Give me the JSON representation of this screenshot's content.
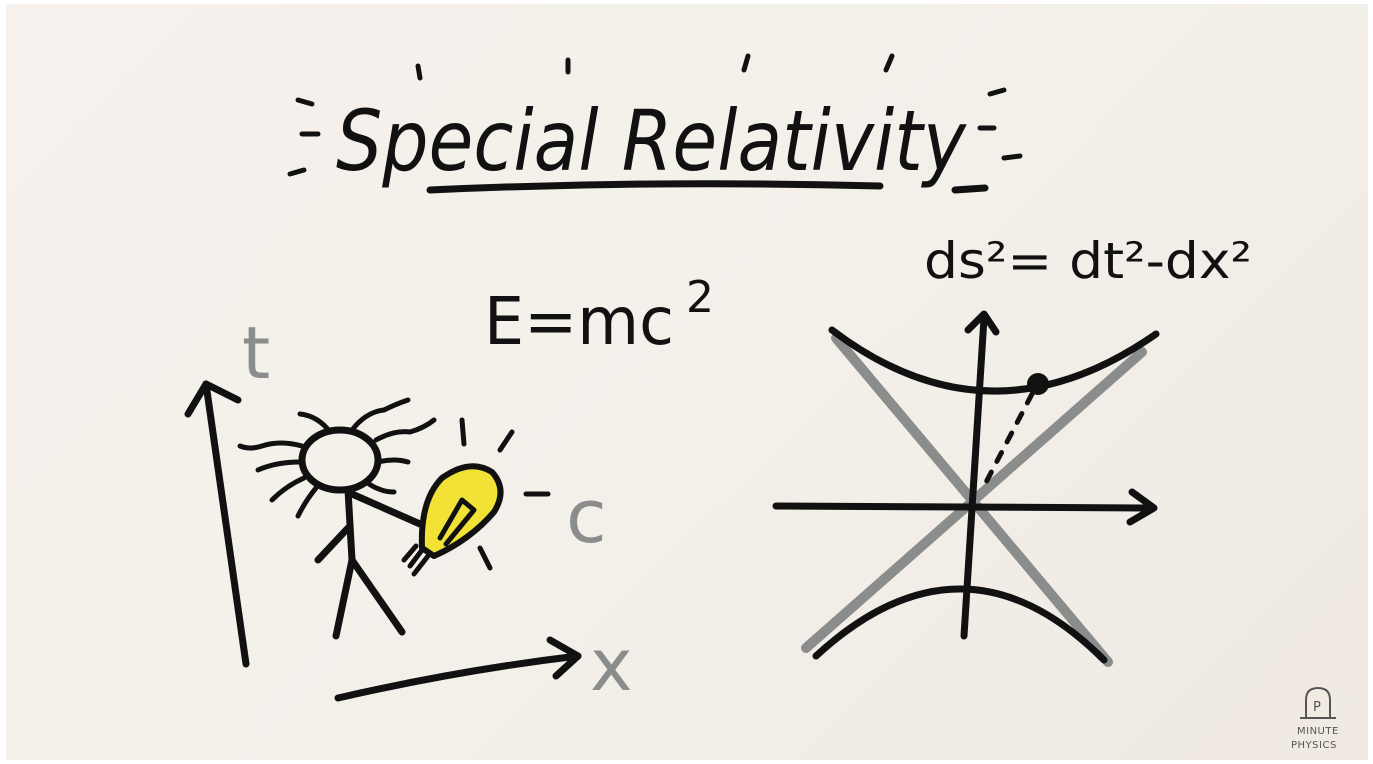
{
  "title": "Special Relativity",
  "equations": {
    "mass_energy": "E=mc",
    "mass_energy_exp": "2",
    "interval": "ds²= dt²-dx²"
  },
  "labels": {
    "time_axis": "t",
    "space_axis": "x",
    "light_speed": "c"
  },
  "logo": {
    "letter": "P",
    "line1": "MINUTE",
    "line2": "PHYSICS"
  },
  "colors": {
    "paper": "#f4efe9",
    "ink": "#111111",
    "gray_marker": "#8a8d8b",
    "bulb_yellow": "#f2e235"
  }
}
